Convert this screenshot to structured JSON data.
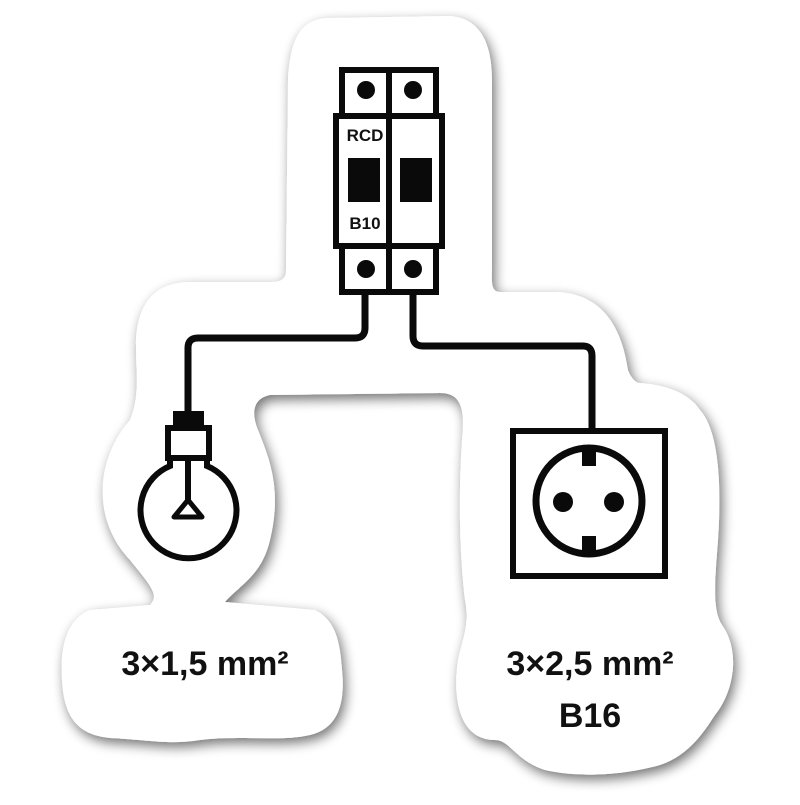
{
  "colors": {
    "background": "#ffffff",
    "sticker_fill": "#ffffff",
    "shadow": "#9a9a9a",
    "ink": "#0a0a0a"
  },
  "breaker": {
    "label_top": "RCD",
    "label_bottom": "B10",
    "poles": 2
  },
  "lamp_circuit": {
    "icon": "light-bulb-icon",
    "cable_label": "3×1,5 mm²"
  },
  "socket_circuit": {
    "icon": "schuko-socket-icon",
    "cable_label": "3×2,5 mm²",
    "breaker_label": "B16"
  }
}
